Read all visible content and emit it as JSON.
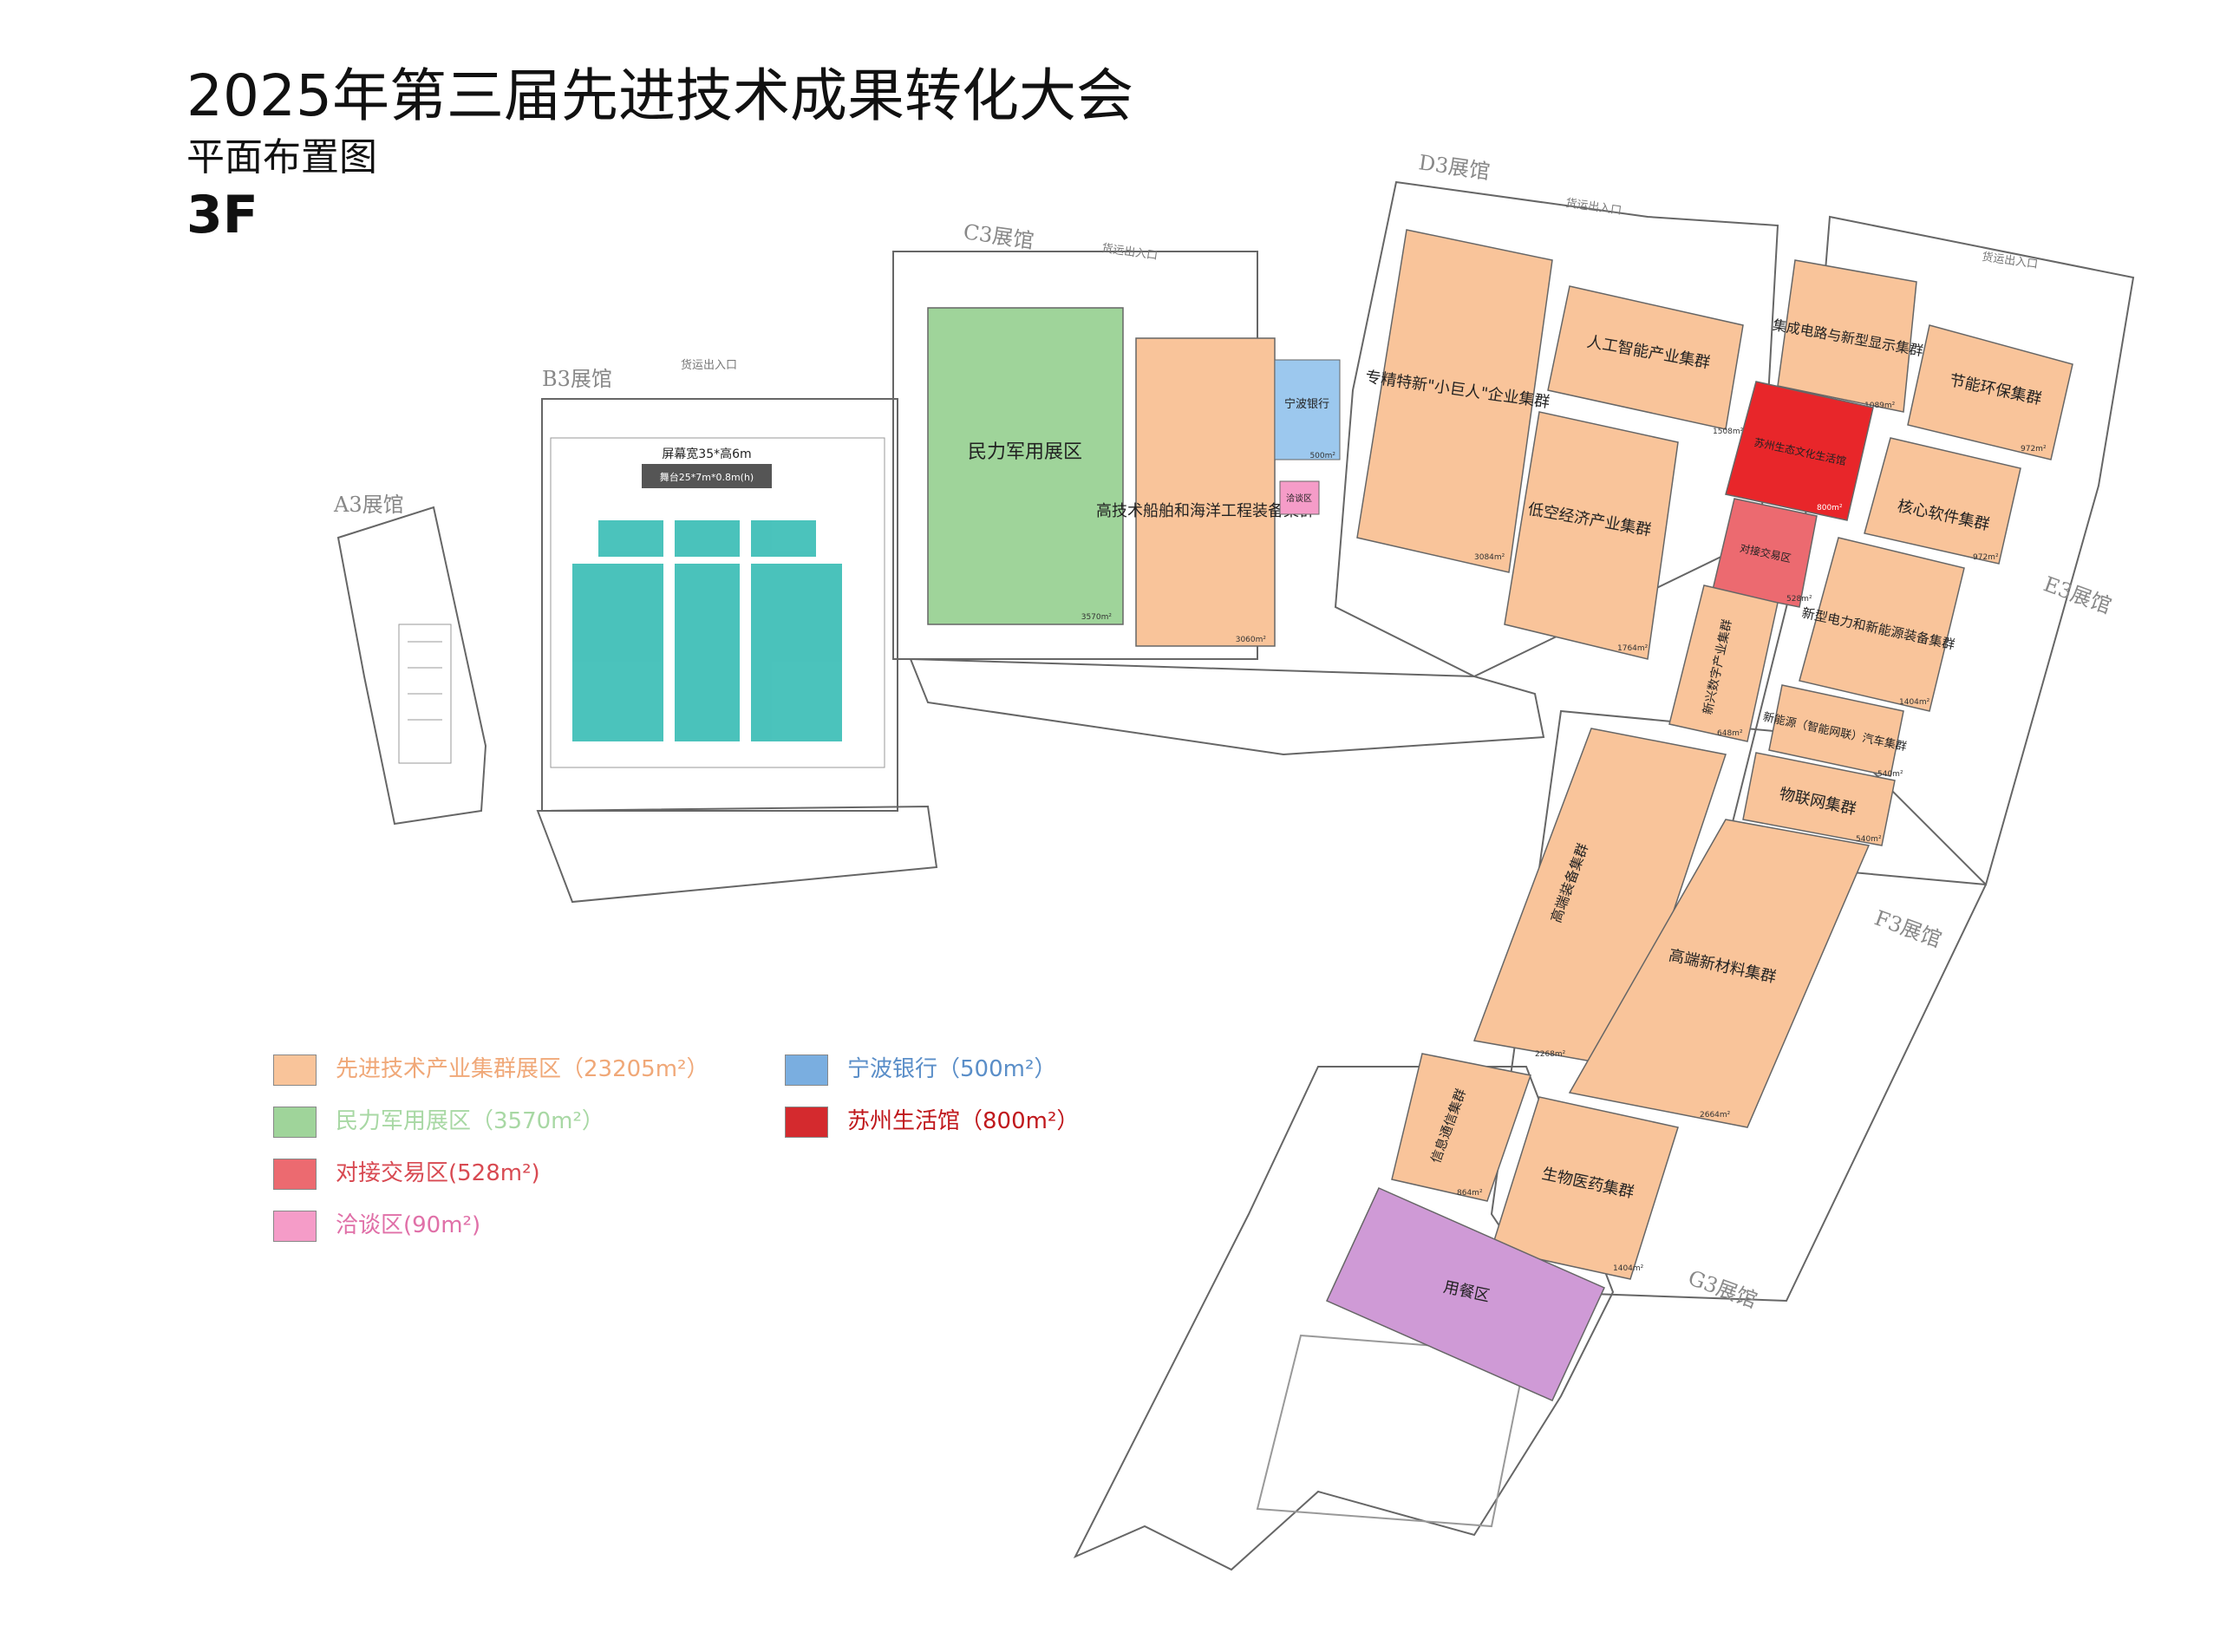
{
  "header": {
    "title": "2025年第三届先进技术成果转化大会",
    "subtitle": "平面布置图",
    "floor": "3F"
  },
  "halls": {
    "a3": "A3展馆",
    "b3": "B3展馆",
    "c3": "C3展馆",
    "d3": "D3展馆",
    "e3": "E3展馆",
    "f3": "F3展馆",
    "g3": "G3展馆"
  },
  "entrances": {
    "b3": "货运出入口",
    "c3": "货运出入口",
    "d3": "货运出入口",
    "e3": "货运出入口"
  },
  "stage": {
    "screen": "屏幕宽35*高6m",
    "platform": "舞台25*7m*0.8m(h)"
  },
  "zones": {
    "military": "民力军用展区",
    "military_area": "3570m²",
    "ship": "高技术船舶和海洋工程装备集群",
    "ship_area": "3060m²",
    "bank": "宁波银行",
    "bank_area": "500m²",
    "negotiation": "洽谈区",
    "specialized": "专精特新\"小巨人\"企业集群",
    "specialized_area": "3084m²",
    "ai": "人工智能产业集群",
    "ai_area": "1508m²",
    "low_altitude": "低空经济产业集群",
    "low_altitude_area": "1764m²",
    "ic": "集成电路与新型显示集群",
    "ic_area": "1089m²",
    "energy_saving": "节能环保集群",
    "energy_saving_area": "972m²",
    "suzhou": "苏州生活馆",
    "suzhou_inner": "苏州生态文化生活馆",
    "suzhou_area": "800m²",
    "core_software": "核心软件集群",
    "core_software_area": "972m²",
    "trade": "对接交易区",
    "trade_area": "528m²",
    "new_power": "新型电力和新能源装备集群",
    "new_power_area": "1404m²",
    "digital": "新兴数字产业集群",
    "digital_area": "648m²",
    "nev": "新能源（智能网联）汽车集群",
    "nev_area": "540m²",
    "iot": "物联网集群",
    "iot_area": "540m²",
    "high_end_equip": "高端装备集群",
    "high_end_equip_area": "2268m²",
    "new_materials": "高端新材料集群",
    "new_materials_area": "2664m²",
    "telecom": "信息通信集群",
    "telecom_area": "864m²",
    "biomed": "生物医药集群",
    "biomed_area": "1404m²",
    "dining": "用餐区"
  },
  "legend": [
    {
      "label": "先进技术产业集群展区（23205m²）",
      "color": "#f9c49a",
      "text_color": "#f0a878"
    },
    {
      "label": "民力军用展区（3570m²）",
      "color": "#9fd49a",
      "text_color": "#a8d8a4"
    },
    {
      "label": "对接交易区(528m²)",
      "color": "#ec6a70",
      "text_color": "#d84a52"
    },
    {
      "label": "洽谈区(90m²)",
      "color": "#f59cc8",
      "text_color": "#e070a8"
    },
    {
      "label": "宁波银行（500m²）",
      "color": "#7aaee0",
      "text_color": "#5a8ec8"
    },
    {
      "label": "苏州生活馆（800m²）",
      "color": "#d42a2e",
      "text_color": "#c0181c"
    }
  ],
  "colors": {
    "cluster": "#f9c49a",
    "military": "#9fd49a",
    "trade": "#ec6a70",
    "negotiation": "#f59cc8",
    "bank": "#9cc8ee",
    "suzhou": "#e8262a",
    "dining": "#cf9ad6",
    "seating": "#2bb8b0",
    "outline": "#666666"
  }
}
